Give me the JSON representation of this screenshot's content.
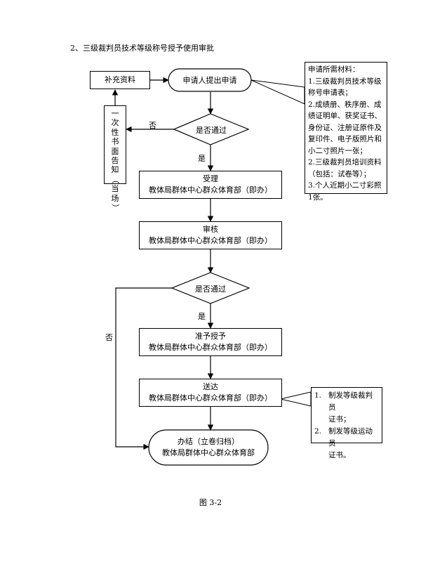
{
  "title": "2、三级裁判员技术等级称号授予使用审批",
  "nodes": {
    "supplement": "补充资料",
    "apply": "申请人提出申请",
    "decision1": "是否通过",
    "accept": {
      "line1": "受理",
      "line2": "教体局群体中心群众体育部（即办）"
    },
    "review": {
      "line1": "审核",
      "line2": "教体局群体中心群众体育部（即办）"
    },
    "decision2": "是否通过",
    "grant": {
      "line1": "准予授予",
      "line2": "教体局群体中心群众体育部（即办）"
    },
    "deliver": {
      "line1": "送达",
      "line2": "教体局群体中心群众体育部（即办）"
    },
    "finish": {
      "line1": "办结（立卷归档）",
      "line2": "教体局群体中心群众体育部"
    }
  },
  "notice": [
    "一",
    "次",
    "性",
    "书",
    "面",
    "告",
    "知",
    "（",
    "当",
    "场",
    "）"
  ],
  "labels": {
    "no1": "否",
    "yes1": "是",
    "yes2": "是",
    "no2": "否"
  },
  "materials": [
    "申请所需材料：",
    "1.三级裁判员技术等级",
    "称号申请表；",
    "2.成绩册、秩序册、成",
    "绩证明单、获奖证书、",
    "身份证、注册证原件及",
    "复印件、电子版照片和",
    "小二寸照片一张；",
    "2.三级裁判员培训资料",
    "（包括：试卷等）；",
    "3.个人近期小二寸彩照",
    "1张。"
  ],
  "deliver_items": [
    {
      "num": "1.",
      "text": "制发等级裁判员\n证书；"
    },
    {
      "num": "2.",
      "text": "制发等级运动员\n证书。"
    }
  ],
  "caption": "图 3-2"
}
